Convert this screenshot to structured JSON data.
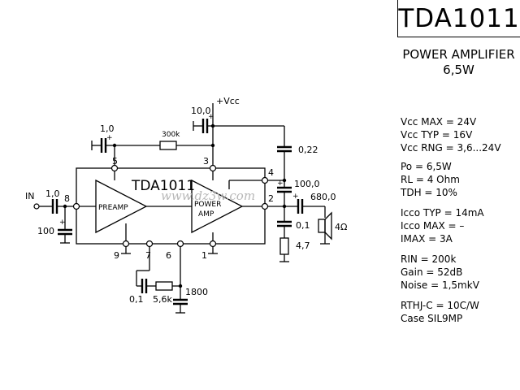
{
  "title": "TDA1011",
  "subtitle": [
    "POWER AMPLIFIER",
    "6,5W"
  ],
  "specs": {
    "supply": [
      "Vcc MAX = 24V",
      "Vcc TYP = 16V",
      "Vcc RNG = 3,6...24V"
    ],
    "output": [
      "Po = 6,5W",
      "RL = 4 Ohm",
      "TDH = 10%"
    ],
    "current": [
      "Icco TYP = 14mA",
      "Icco MAX = –",
      "IMAX =     3A"
    ],
    "signal": [
      "RIN = 200k",
      "Gain = 52dB",
      "Noise = 1,5mkV"
    ],
    "thermal": [
      "RTHJ-C = 10C/W",
      "Case SIL9MP"
    ]
  },
  "schematic": {
    "chip_label": "TDA1011",
    "preamp_label": "PREAMP",
    "power_amp_label": [
      "POWER",
      "AMP"
    ],
    "supply_label": "+Vcc",
    "input_label": "IN",
    "watermark": "www.dz3w.com",
    "pins": [
      "8",
      "5",
      "3",
      "4",
      "2",
      "9",
      "7",
      "6",
      "1"
    ],
    "components": {
      "c_in": "1,0",
      "c_in_gnd": "100",
      "c_fb": "1,0",
      "r_fb": "300k",
      "c_supply": "10,0",
      "c_boot": "0,22",
      "c_out_fb": "100,0",
      "c_out": "680,0",
      "c_zobel": "0,1",
      "r_zobel": "4,7",
      "speaker": "4Ω",
      "c_pin7": "0,1",
      "r_pin7": "5,6k",
      "c_pin6": "1800"
    },
    "colors": {
      "ink": "#000000",
      "watermark": "#b8b8b8"
    }
  }
}
